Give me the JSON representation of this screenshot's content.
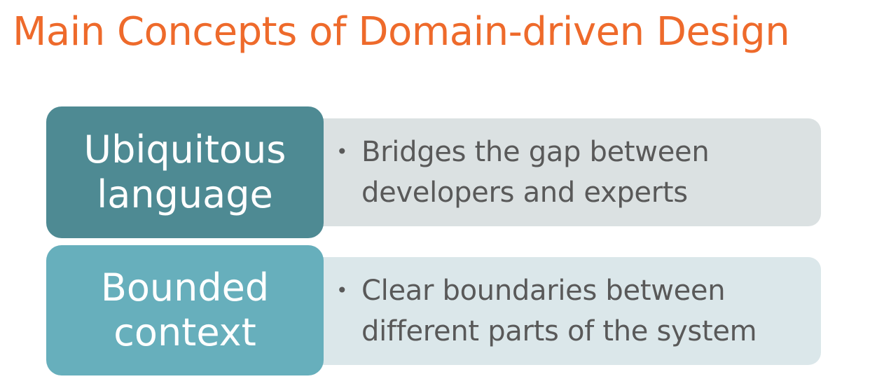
{
  "title": "Main Concepts of Domain-driven Design",
  "concepts": [
    {
      "name": "Ubiquitous\nlanguage",
      "description": "Bridges the gap between\ndevelopers and experts",
      "box_color": "#4e8a93",
      "desc_bg_color": "#dbe1e2"
    },
    {
      "name": "Bounded\ncontext",
      "description": "Clear boundaries between\ndifferent parts of the system",
      "box_color": "#67afbc",
      "desc_bg_color": "#dbe7ea"
    }
  ],
  "bullet_glyph": "•",
  "colors": {
    "title": "#ee6a2b",
    "description_text": "#595959",
    "concept_text": "#ffffff"
  }
}
